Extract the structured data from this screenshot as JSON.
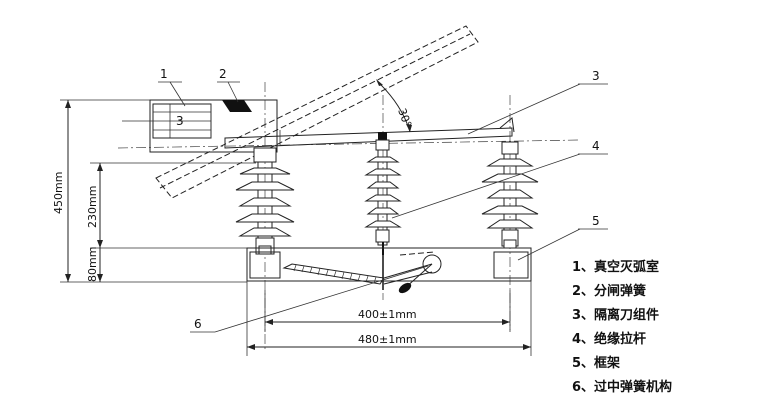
{
  "dimensions": {
    "overall_height": "450mm",
    "insulator_height": "230mm",
    "base_height": "80mm",
    "pitch": "400±1mm",
    "overall_width": "480±1mm",
    "angle": "30°"
  },
  "callouts": [
    "1",
    "2",
    "3",
    "3",
    "4",
    "5",
    "6"
  ],
  "legend": [
    "1、真空灭弧室",
    "2、分闸弹簧",
    "3、隔离刀组件",
    "4、绝缘拉杆",
    "5、框架",
    "6、过中弹簧机构"
  ]
}
